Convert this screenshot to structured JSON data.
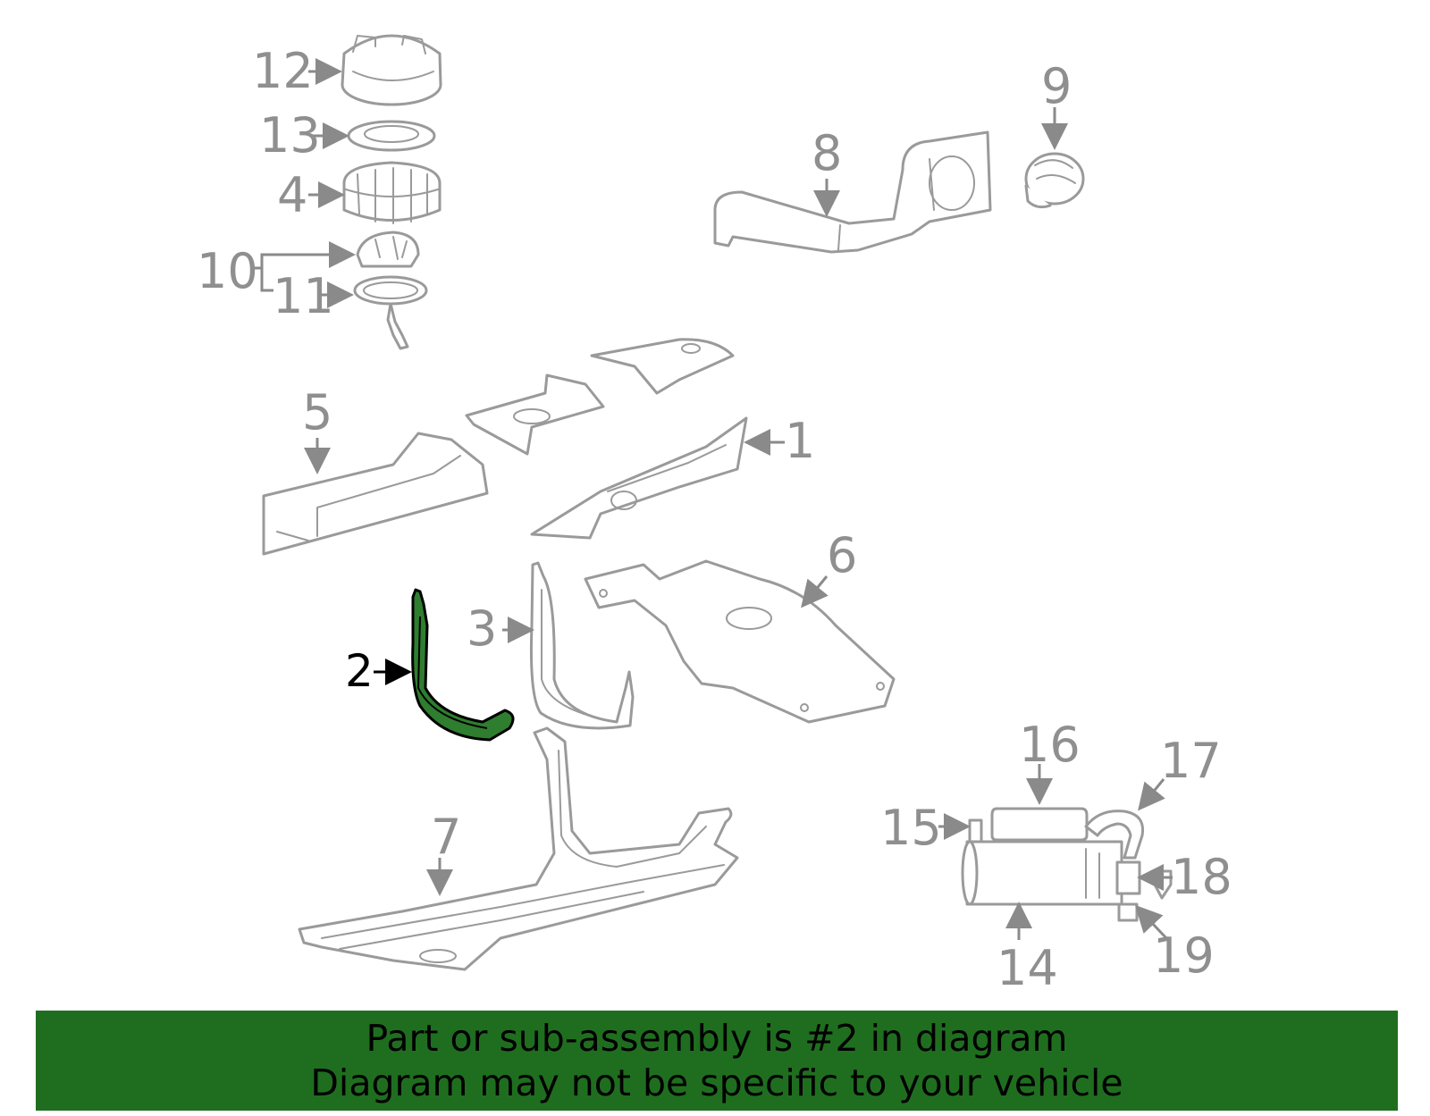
{
  "callouts": {
    "c1": "1",
    "c2": "2",
    "c3": "3",
    "c4": "4",
    "c5": "5",
    "c6": "6",
    "c7": "7",
    "c8": "8",
    "c9": "9",
    "c10": "10",
    "c11": "11",
    "c12": "12",
    "c13": "13",
    "c14": "14",
    "c15": "15",
    "c16": "16",
    "c17": "17",
    "c18": "18",
    "c19": "19"
  },
  "highlighted_part": "2",
  "colors": {
    "highlight": "#2f7d2f",
    "banner": "#1f6e1f",
    "line": "#9a9a9a"
  },
  "banner": {
    "line1": "Part or sub-assembly is #2 in diagram",
    "line2": "Diagram may not be specific to your vehicle"
  }
}
